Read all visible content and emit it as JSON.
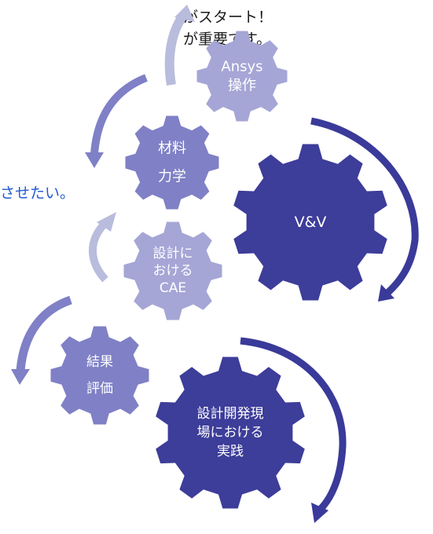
{
  "text_lines": [
    {
      "text": "がスタート！",
      "color": "#1a1a1a"
    },
    {
      "text": "が重要です。",
      "color": "#1a1a1a"
    },
    {
      "text": "させたい。",
      "color": "#1f5bd1"
    }
  ],
  "gears": [
    {
      "id": "ansys",
      "lines": [
        "Ansys",
        "操作"
      ],
      "color": "#a5a6d6"
    },
    {
      "id": "zairyo",
      "lines": [
        "材料",
        "力学"
      ],
      "color": "#7f80c6"
    },
    {
      "id": "vv",
      "lines": [
        "V&V"
      ],
      "color": "#3d3d9a"
    },
    {
      "id": "sekkei-cae",
      "lines": [
        "設計に",
        "おける",
        "CAE"
      ],
      "color": "#a5a6d6"
    },
    {
      "id": "kekka",
      "lines": [
        "結果",
        "評価"
      ],
      "color": "#7f80c6"
    },
    {
      "id": "jissen",
      "lines": [
        "設計開発現",
        "場における",
        "実践"
      ],
      "color": "#3d3d9a"
    }
  ],
  "arrows": [
    {
      "id": "arrow-ansys",
      "color": "#b9bcdc"
    },
    {
      "id": "arrow-zairyo",
      "color": "#7f80c6"
    },
    {
      "id": "arrow-vv",
      "color": "#3a3a9a"
    },
    {
      "id": "arrow-sekkei",
      "color": "#b9bcdc"
    },
    {
      "id": "arrow-kekka",
      "color": "#7f80c6"
    },
    {
      "id": "arrow-jissen",
      "color": "#3a3a9a"
    }
  ]
}
